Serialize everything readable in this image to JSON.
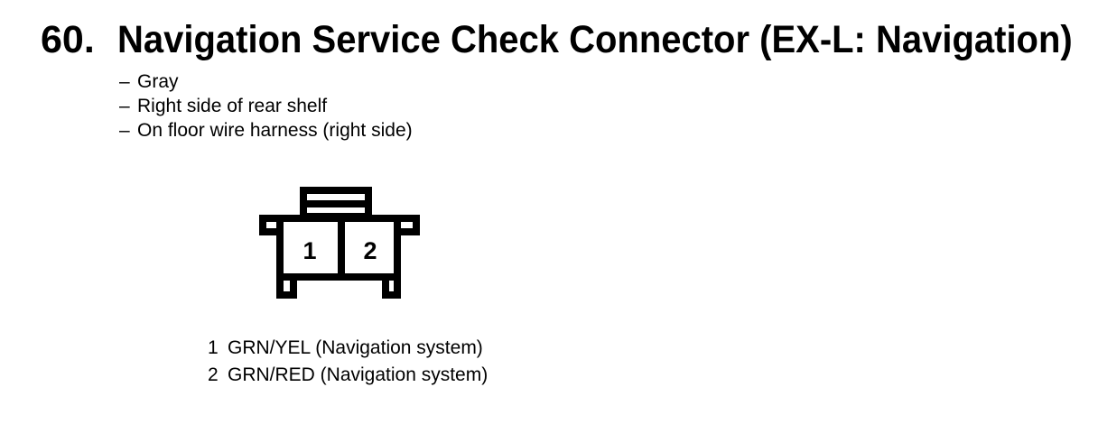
{
  "colors": {
    "ink": "#000000",
    "paper": "#ffffff"
  },
  "section": {
    "number": "60.",
    "title": "Navigation Service Check Connector (EX-L: Navigation)"
  },
  "details": [
    {
      "dash": "–",
      "text": "Gray"
    },
    {
      "dash": "–",
      "text": "Right side of rear shelf"
    },
    {
      "dash": "–",
      "text": "On floor wire harness (right side)"
    }
  ],
  "connector": {
    "description": "2-cavity connector, front view",
    "pins": [
      "1",
      "2"
    ]
  },
  "legend": [
    {
      "pin": "1",
      "wire": "GRN/YEL (Navigation system)"
    },
    {
      "pin": "2",
      "wire": "GRN/RED (Navigation system)"
    }
  ]
}
